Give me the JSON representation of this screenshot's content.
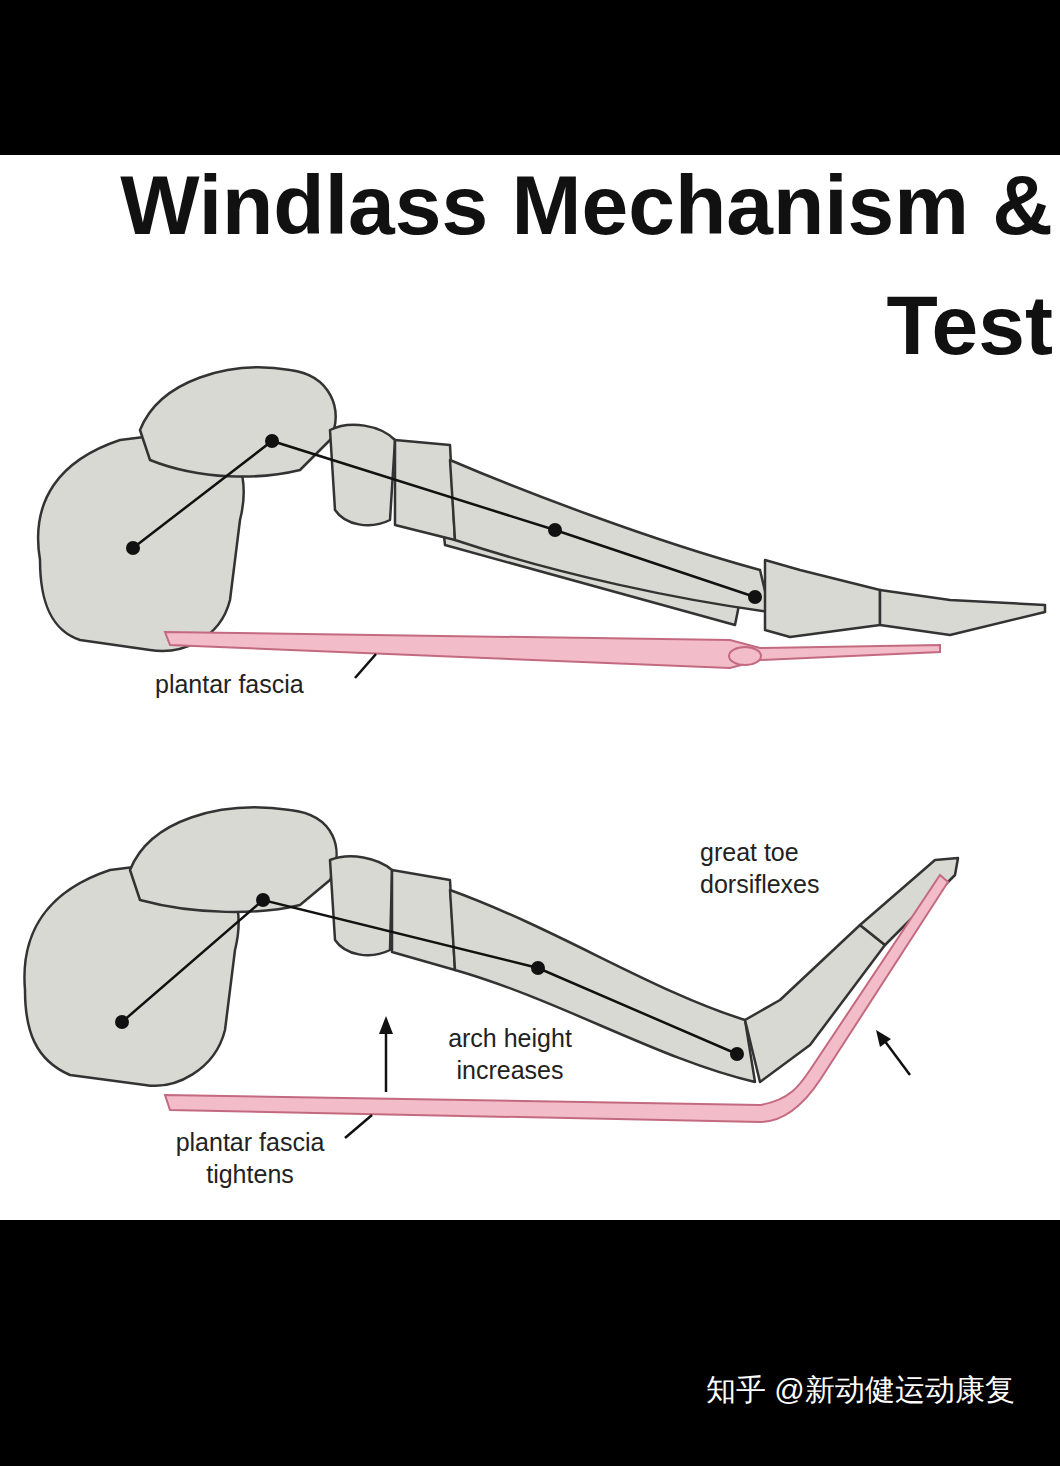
{
  "diagram": {
    "title": "Windlass Mechanism & Test",
    "labels": [
      "plantar fascia",
      "great toe dorsiflexes",
      "arch height increases",
      "plantar fascia tightens",
      "知乎 @新动健运动康复"
    ]
  }
}
